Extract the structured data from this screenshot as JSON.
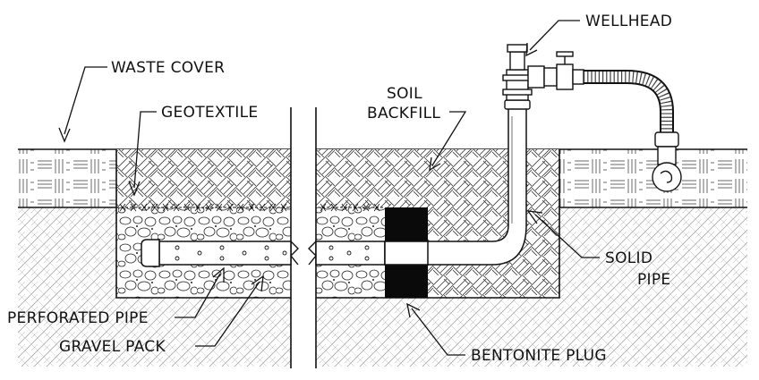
{
  "labels": {
    "waste_cover": "WASTE COVER",
    "geotextile": "GEOTEXTILE",
    "soil": "SOIL",
    "backfill": "BACKFILL",
    "wellhead": "WELLHEAD",
    "solid": "SOLID",
    "pipe": "PIPE",
    "perforated_pipe": "PERFORATED PIPE",
    "gravel_pack": "GRAVEL PACK",
    "bentonite_plug": "BENTONITE PLUG"
  },
  "colors": {
    "ink": "#111111",
    "bentonite": "#0a0a0a",
    "background": "#ffffff"
  }
}
